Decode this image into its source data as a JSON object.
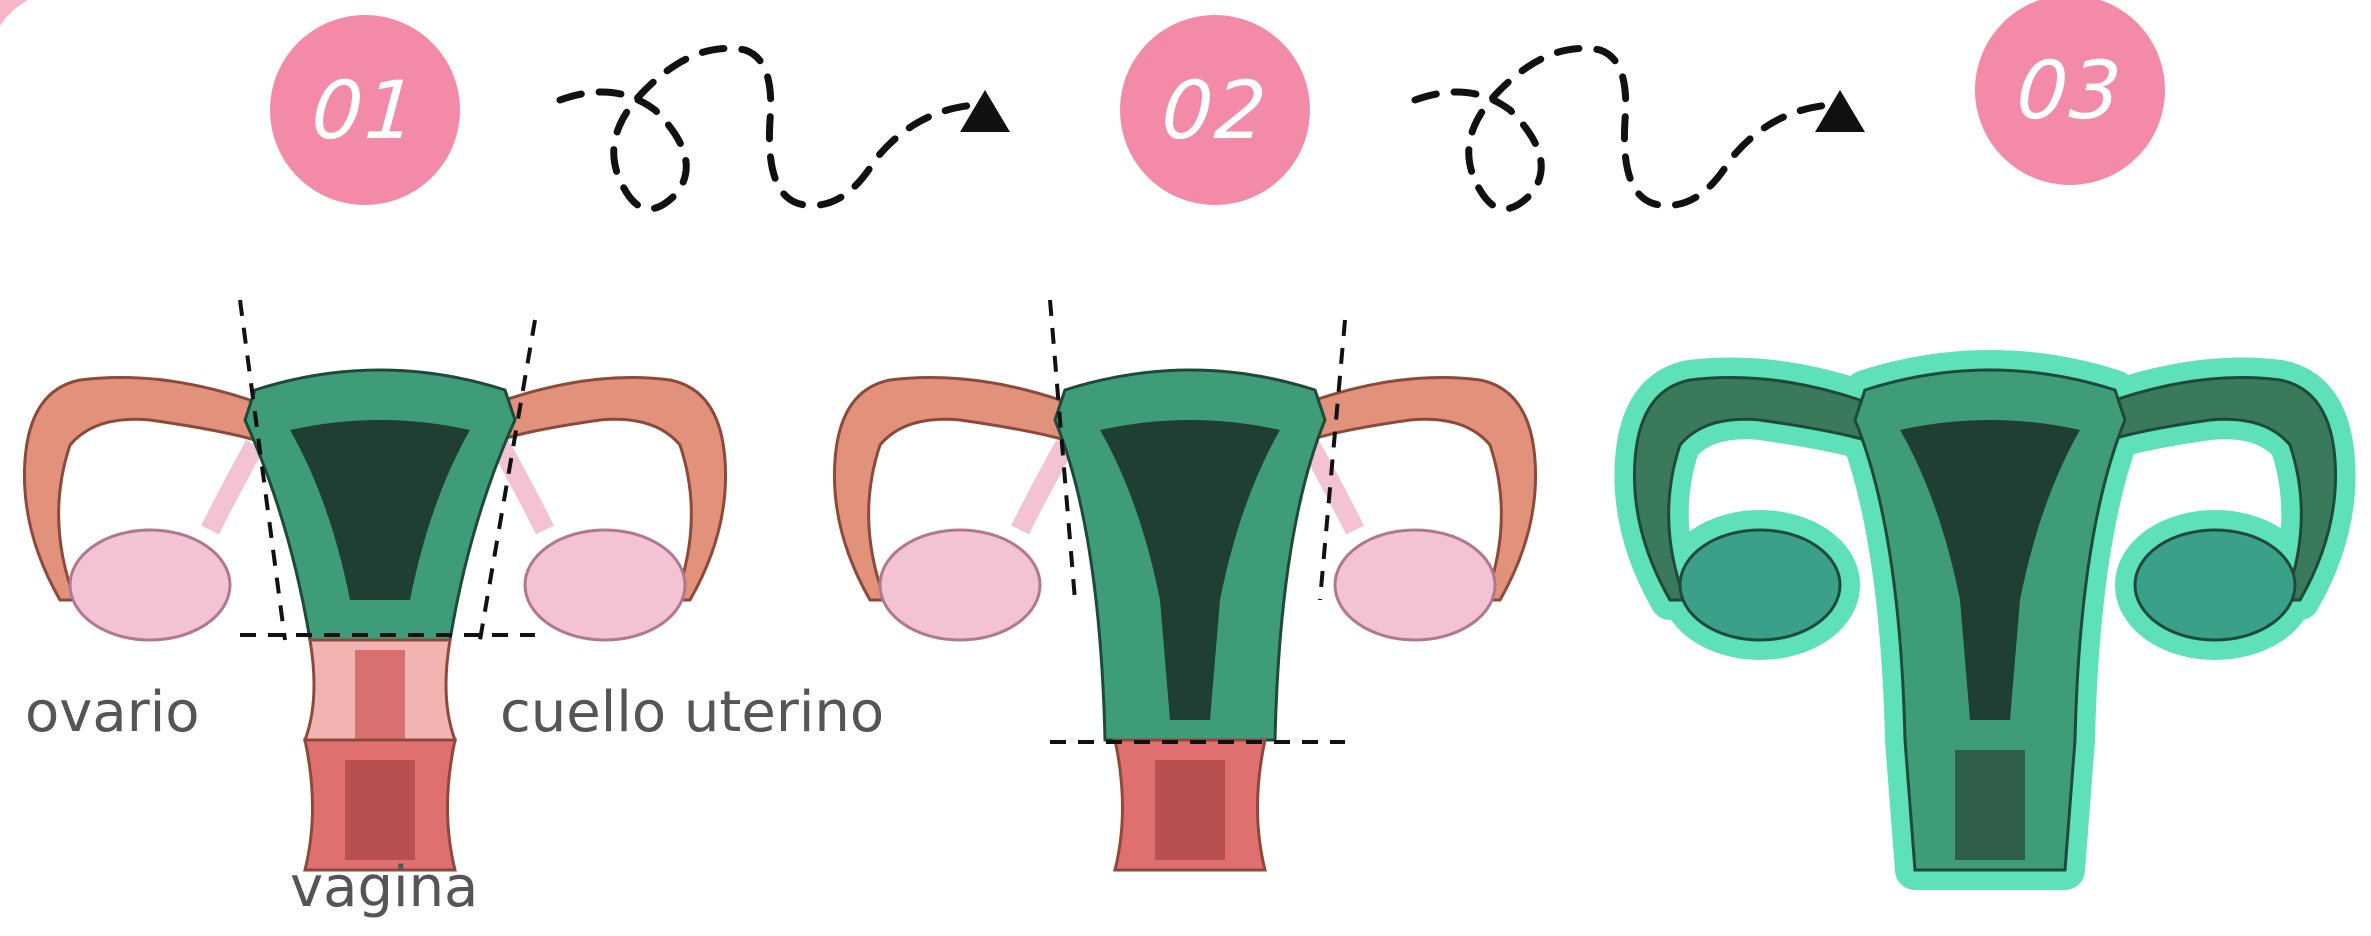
{
  "steps": [
    {
      "number": "01"
    },
    {
      "number": "02"
    },
    {
      "number": "03"
    }
  ],
  "labels": {
    "ovary": "ovario",
    "cervix": "cuello uterino",
    "vagina": "vagina"
  },
  "colors": {
    "step_circle": "#f38aa8",
    "tube": "#e2927a",
    "ovary": "#f3c3d4",
    "removed_tissue": "#3f9c78",
    "highlight_outline": "#5ee0b8",
    "vagina": "#e07070"
  },
  "icons": {
    "arrow": "dashed-loop-arrow-icon"
  }
}
